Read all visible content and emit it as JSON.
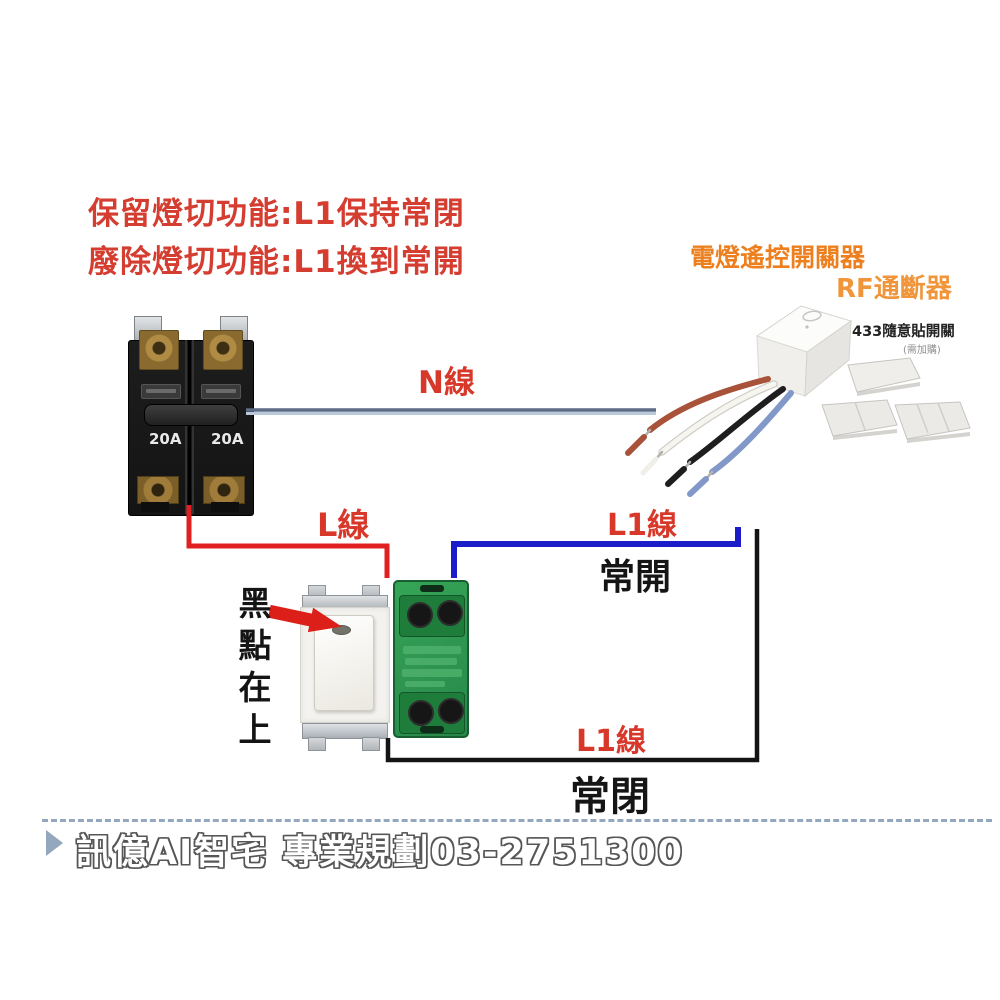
{
  "annotations": {
    "line1": "保留燈切功能:L1保持常閉",
    "line2": "廢除燈切功能:L1換到常開"
  },
  "rf_device": {
    "title": "電燈遙控開關器",
    "subtitle": "RF通斷器",
    "remote_label": "433隨意貼開關",
    "remote_note": "(需加購)"
  },
  "breaker": {
    "rating_left": "20A",
    "rating_right": "20A"
  },
  "labels": {
    "n_line": "N線",
    "l_line": "L線",
    "l1_line_top": "L1線",
    "l1_line_bottom": "L1線",
    "normally_open": "常開",
    "normally_closed": "常閉",
    "black_dot_note": "黑點在上"
  },
  "footer": {
    "watermark": "訊億AI智宅 專業規劃03-2751300"
  },
  "colors": {
    "annotation_red": "#d43d30",
    "label_orange_title": "#ee7f1e",
    "label_orange_subtitle": "#f0953a",
    "wire_red": "#e02020",
    "wire_blue": "#1b1dca",
    "wire_black": "#141414",
    "n_line_dark": "#5c6c84",
    "n_line_light": "#b9c8da",
    "switch_green": "#2c9b50"
  }
}
